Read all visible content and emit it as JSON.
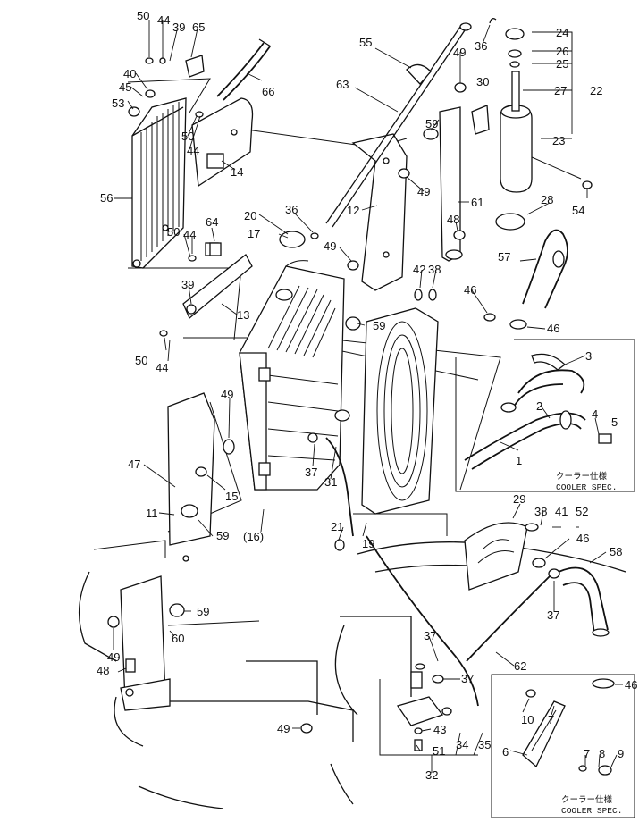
{
  "callouts": [
    {
      "label": "50"
    },
    {
      "label": "44"
    },
    {
      "label": "39"
    },
    {
      "label": "65"
    },
    {
      "label": "40"
    },
    {
      "label": "45"
    },
    {
      "label": "53"
    },
    {
      "label": "50"
    },
    {
      "label": "44"
    },
    {
      "label": "66"
    },
    {
      "label": "14"
    },
    {
      "label": "56"
    },
    {
      "label": "55"
    },
    {
      "label": "63"
    },
    {
      "label": "36"
    },
    {
      "label": "49"
    },
    {
      "label": "24"
    },
    {
      "label": "26"
    },
    {
      "label": "25"
    },
    {
      "label": "30"
    },
    {
      "label": "27"
    },
    {
      "label": "22"
    },
    {
      "label": "59"
    },
    {
      "label": "23"
    },
    {
      "label": "49"
    },
    {
      "label": "12"
    },
    {
      "label": "61"
    },
    {
      "label": "54"
    },
    {
      "label": "28"
    },
    {
      "label": "20"
    },
    {
      "label": "36"
    },
    {
      "label": "17"
    },
    {
      "label": "49"
    },
    {
      "label": "48"
    },
    {
      "label": "64"
    },
    {
      "label": "50"
    },
    {
      "label": "44"
    },
    {
      "label": "39"
    },
    {
      "label": "13"
    },
    {
      "label": "57"
    },
    {
      "label": "42"
    },
    {
      "label": "38"
    },
    {
      "label": "46"
    },
    {
      "label": "59"
    },
    {
      "label": "46"
    },
    {
      "label": "50"
    },
    {
      "label": "44"
    },
    {
      "label": "3"
    },
    {
      "label": "2"
    },
    {
      "label": "4"
    },
    {
      "label": "5"
    },
    {
      "label": "1"
    },
    {
      "label": "49"
    },
    {
      "label": "47"
    },
    {
      "label": "15"
    },
    {
      "label": "37"
    },
    {
      "label": "31"
    },
    {
      "label": "11"
    },
    {
      "label": "59"
    },
    {
      "label": "(16)"
    },
    {
      "label": "29"
    },
    {
      "label": "38"
    },
    {
      "label": "41"
    },
    {
      "label": "52"
    },
    {
      "label": "21"
    },
    {
      "label": "19"
    },
    {
      "label": "46"
    },
    {
      "label": "58"
    },
    {
      "label": "37"
    },
    {
      "label": "59"
    },
    {
      "label": "60"
    },
    {
      "label": "49"
    },
    {
      "label": "48"
    },
    {
      "label": "37"
    },
    {
      "label": "37"
    },
    {
      "label": "62"
    },
    {
      "label": "46"
    },
    {
      "label": "10"
    },
    {
      "label": "7"
    },
    {
      "label": "6"
    },
    {
      "label": "43"
    },
    {
      "label": "49"
    },
    {
      "label": "51"
    },
    {
      "label": "34"
    },
    {
      "label": "35"
    },
    {
      "label": "32"
    },
    {
      "label": "7"
    },
    {
      "label": "8"
    },
    {
      "label": "9"
    }
  ],
  "cooler_spec_notes": [
    {
      "jp": "クーラー仕様",
      "en": "COOLER SPEC."
    },
    {
      "jp": "クーラー仕様",
      "en": "COOLER SPEC."
    }
  ]
}
